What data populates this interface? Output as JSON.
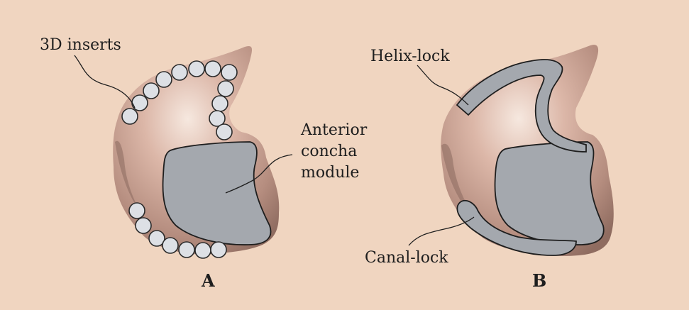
{
  "panels": {
    "A": {
      "letter": "A",
      "labels": {
        "inserts": "3D inserts",
        "concha_line1": "Anterior",
        "concha_line2": "concha",
        "concha_line3": "module"
      }
    },
    "B": {
      "letter": "B",
      "labels": {
        "helix": "Helix-lock",
        "canal": "Canal-lock"
      }
    }
  },
  "colors": {
    "background": "#f0d5c0",
    "ear_light": "#f4e4da",
    "ear_mid": "#d2ab9c",
    "ear_dark": "#9f7b6e",
    "module": "#a4a8ae",
    "insert": "#dde0e5",
    "outline": "#1e1e1e"
  }
}
